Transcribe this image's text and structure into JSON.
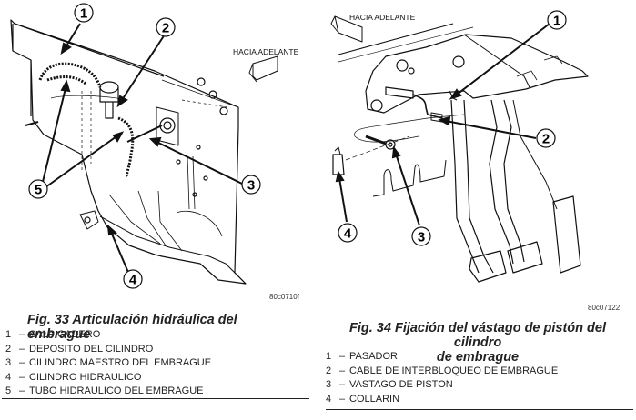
{
  "figures": [
    {
      "number": "Fig. 33",
      "title": "Fig. 33 Articulación hidráulica del embrague",
      "direction_label": "HACIA ADELANTE",
      "image_code": "80c0710f",
      "callouts": [
        "1",
        "2",
        "3",
        "4",
        "5"
      ],
      "legend": [
        {
          "num": "1",
          "sep": "–",
          "text": "SALPICADERO"
        },
        {
          "num": "2",
          "sep": "–",
          "text": "DEPOSITO DEL CILINDRO"
        },
        {
          "num": "3",
          "sep": "–",
          "text": "CILINDRO MAESTRO DEL EMBRAGUE"
        },
        {
          "num": "4",
          "sep": "–",
          "text": "CILINDRO HIDRAULICO"
        },
        {
          "num": "5",
          "sep": "–",
          "text": "TUBO HIDRAULICO DEL EMBRAGUE"
        }
      ]
    },
    {
      "number": "Fig. 34",
      "title_line1": "Fig. 34 Fijación del vástago de pistón del cilindro",
      "title_line2": "de embrague",
      "direction_label": "HACIA ADELANTE",
      "image_code": "80c07122",
      "callouts": [
        "1",
        "2",
        "3",
        "4"
      ],
      "legend": [
        {
          "num": "1",
          "sep": "–",
          "text": "PASADOR"
        },
        {
          "num": "2",
          "sep": "–",
          "text": "CABLE DE INTERBLOQUEO DE EMBRAGUE"
        },
        {
          "num": "3",
          "sep": "–",
          "text": "VASTAGO DE PISTON"
        },
        {
          "num": "4",
          "sep": "–",
          "text": "COLLARIN"
        }
      ]
    }
  ]
}
